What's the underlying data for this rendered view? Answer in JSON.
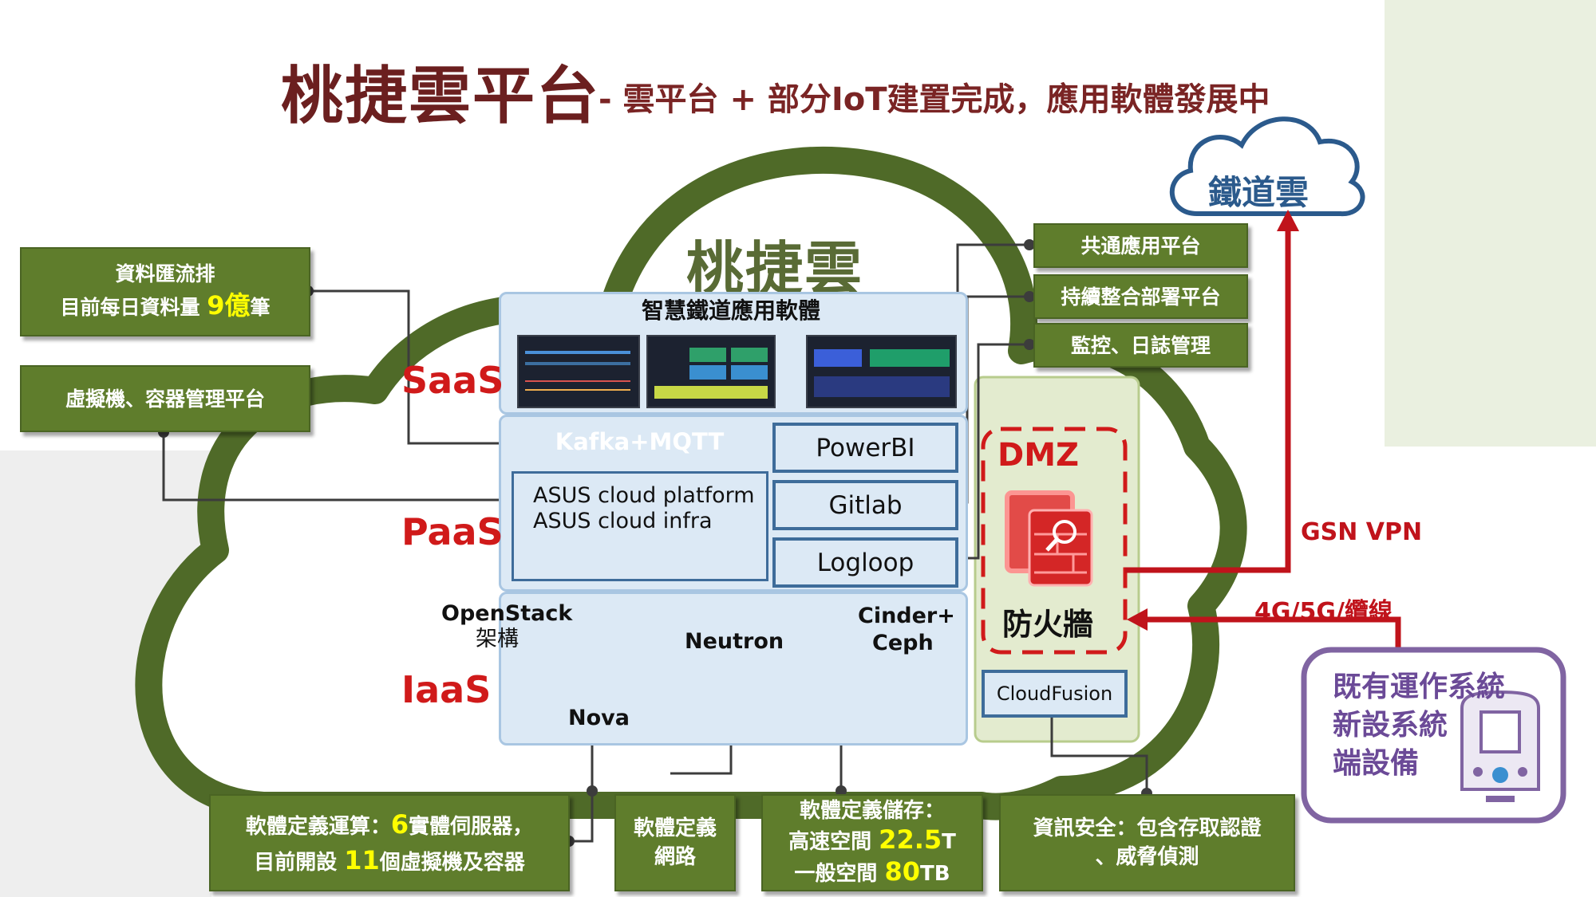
{
  "title": {
    "main": "桃捷雲平台",
    "subtitle": "- 雲平台 + 部分IoT建置完成，應用軟體發展中"
  },
  "cloud": {
    "name": "桃捷雲"
  },
  "layers": {
    "saas": "SaaS",
    "paas": "PaaS",
    "iaas": "IaaS"
  },
  "saas_panel": {
    "title": "智慧鐵道應用軟體"
  },
  "paas_panel": {
    "bus": "Kafka+MQTT",
    "asus_line1": "ASUS cloud platform",
    "asus_line2": "ASUS cloud infra",
    "tools": [
      "PowerBI",
      "Gitlab",
      "Logloop"
    ]
  },
  "iaas_panel": {
    "openstack": "OpenStack",
    "openstack_sub": "架構",
    "neutron": "Neutron",
    "cinder": "Cinder+",
    "ceph": "Ceph",
    "nova": "Nova"
  },
  "dmz": {
    "label": "DMZ",
    "firewall": "防火牆",
    "cloudfusion": "CloudFusion"
  },
  "left_callouts": {
    "data_title": "資料匯流排",
    "data_prefix": "目前每日資料量 ",
    "data_value": "9億",
    "data_suffix": "筆",
    "vm_platform": "虛擬機、容器管理平台"
  },
  "right_callouts": [
    "共通應用平台",
    "持續整合部署平台",
    "監控、日誌管理"
  ],
  "bottom_callouts": {
    "compute_prefix": "軟體定義運算：",
    "compute_servers": "6",
    "compute_mid": "實體伺服器，",
    "compute_line2_prefix": "目前開設 ",
    "compute_vms": "11",
    "compute_line2_suffix": "個虛擬機及容器",
    "network_line1": "軟體定義",
    "network_line2": "網路",
    "storage_title": "軟體定義儲存：",
    "storage_fast_label": "高速空間 ",
    "storage_fast_value": "22.5",
    "storage_fast_unit": "T",
    "storage_normal_label": "一般空間 ",
    "storage_normal_value": "80",
    "storage_normal_unit": "TB",
    "security_line1": "資訊安全：包含存取認證",
    "security_line2": "、威脅偵測"
  },
  "external": {
    "rail_cloud": "鐵道雲",
    "gsn_vpn": "GSN VPN",
    "link": "4G/5G/纜線",
    "systems_line1": "既有運作系統",
    "systems_line2": "新設系統",
    "systems_line3": "端設備"
  },
  "colors": {
    "title": "#6b1f1f",
    "cloud_outline": "#4f6a28",
    "callout_green": "#5f7d2c",
    "highlight_yellow": "#ffff00",
    "layer_red": "#d01a1a",
    "link_red": "#c0131b",
    "panel_blue": "#dce9f5",
    "system_purple": "#8064a2"
  }
}
